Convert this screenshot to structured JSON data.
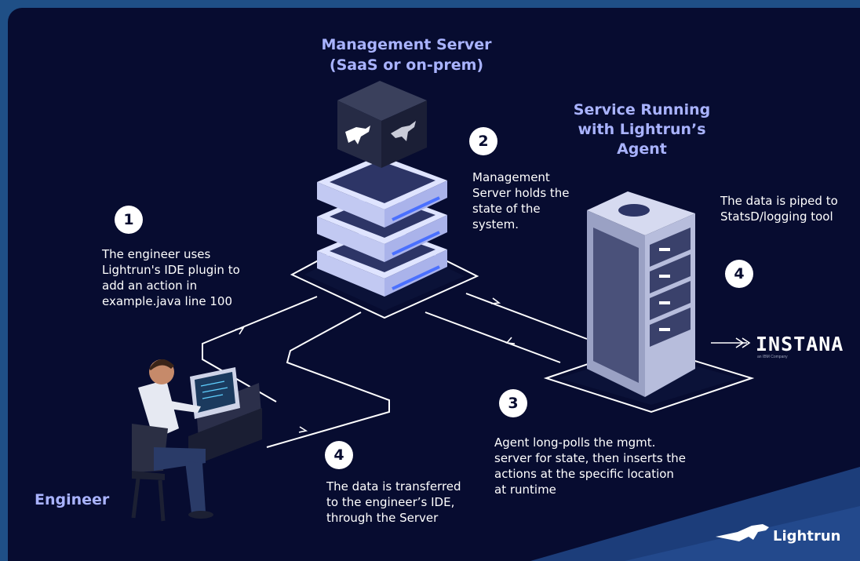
{
  "labels": {
    "management": "Management Server (SaaS or on-prem)",
    "service": "Service Running with Lightrun’s Agent",
    "engineer": "Engineer"
  },
  "steps": [
    {
      "num": "1",
      "text": "The engineer uses Lightrun's IDE plugin to add an action in example.java line 100"
    },
    {
      "num": "2",
      "text": "Management Server holds the state of the system."
    },
    {
      "num": "3",
      "text": "Agent long-polls the mgmt. server for state, then inserts the actions at the specific location at runtime"
    },
    {
      "num": "4",
      "text": "The data is transferred to the engineer’s IDE, through the Server"
    },
    {
      "num": "4",
      "text": "The data is piped to StatsD/logging tool"
    }
  ],
  "instana": {
    "name": "INSTANA",
    "sub": "an IBM Company"
  },
  "brand": "Lightrun"
}
